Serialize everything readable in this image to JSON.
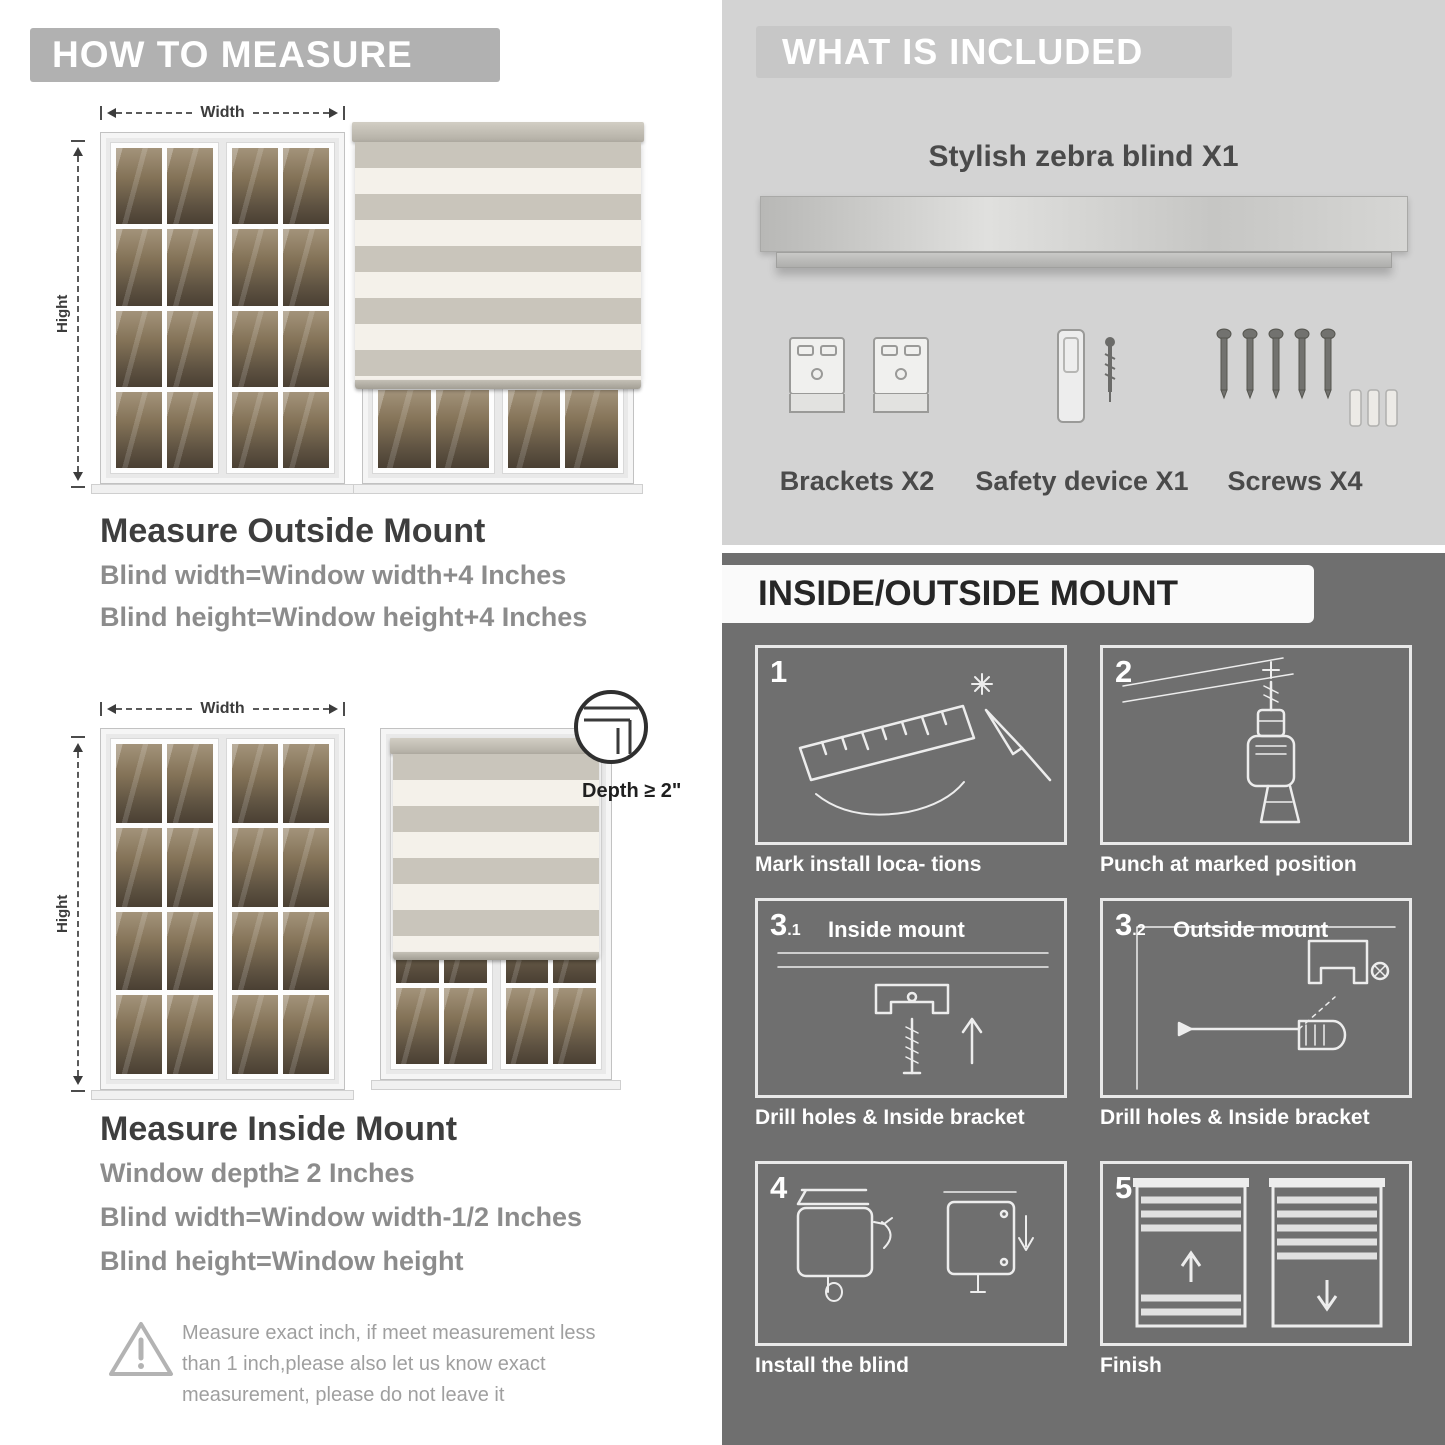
{
  "left": {
    "header": "HOW TO MEASURE",
    "measure": {
      "width_label": "Width",
      "height_label": "Hight"
    },
    "outside": {
      "title": "Measure Outside Mount",
      "line1": "Blind width=Window width+4 Inches",
      "line2": "Blind height=Window height+4 Inches"
    },
    "inside": {
      "title": "Measure Inside Mount",
      "depth_label": "Depth ≥ 2\"",
      "line1": "Window depth≥ 2 Inches",
      "line2": "Blind width=Window width-1/2 Inches",
      "line3": "Blind height=Window height"
    },
    "warning_text": "Measure exact inch, if meet measurement less than 1 inch,please also let us know exact measurement, please do not leave it"
  },
  "included": {
    "header": "WHAT IS INCLUDED",
    "blind_label": "Stylish zebra blind X1",
    "brackets_label": "Brackets X2",
    "safety_label": "Safety device X1",
    "screws_label": "Screws X4"
  },
  "mount": {
    "header": "INSIDE/OUTSIDE MOUNT",
    "steps": [
      {
        "num": "1",
        "sub": "",
        "title": "",
        "caption": "Mark install loca- tions"
      },
      {
        "num": "2",
        "sub": "",
        "title": "",
        "caption": "Punch at  marked position"
      },
      {
        "num": "3",
        "sub": ".1",
        "title": "Inside mount",
        "caption": "Drill holes &  Inside bracket"
      },
      {
        "num": "3",
        "sub": ".2",
        "title": "Outside mount",
        "caption": "Drill holes &  Inside bracket"
      },
      {
        "num": "4",
        "sub": "",
        "title": "",
        "caption": "Install the blind"
      },
      {
        "num": "5",
        "sub": "",
        "title": "",
        "caption": "Finish"
      }
    ]
  },
  "palette": {
    "left_header_bg": "#b1b1b1",
    "included_bg": "#d3d3d3",
    "mount_bg": "#6f6f6f"
  }
}
